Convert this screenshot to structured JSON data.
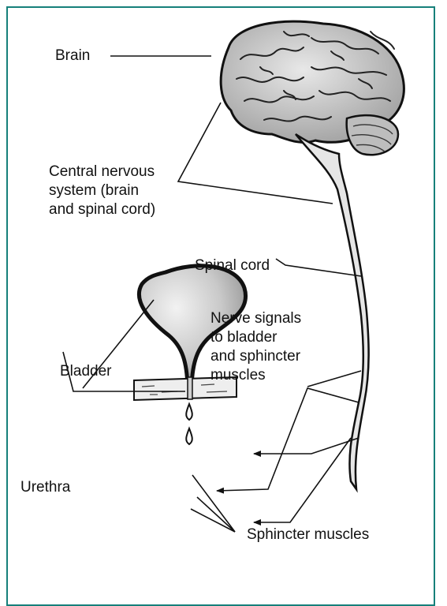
{
  "colors": {
    "frame": "#16807a",
    "line": "#111111",
    "bladder_fill": "#c9c9c9"
  },
  "labels": {
    "brain": "Brain",
    "cns": "Central nervous\nsystem (brain\nand spinal cord)",
    "spinal_cord": "Spinal cord",
    "nerve_signals": "Nerve signals\nto bladder\nand sphincter\nmuscles",
    "bladder": "Bladder",
    "urethra": "Urethra",
    "sphincter": "Sphincter muscles"
  }
}
